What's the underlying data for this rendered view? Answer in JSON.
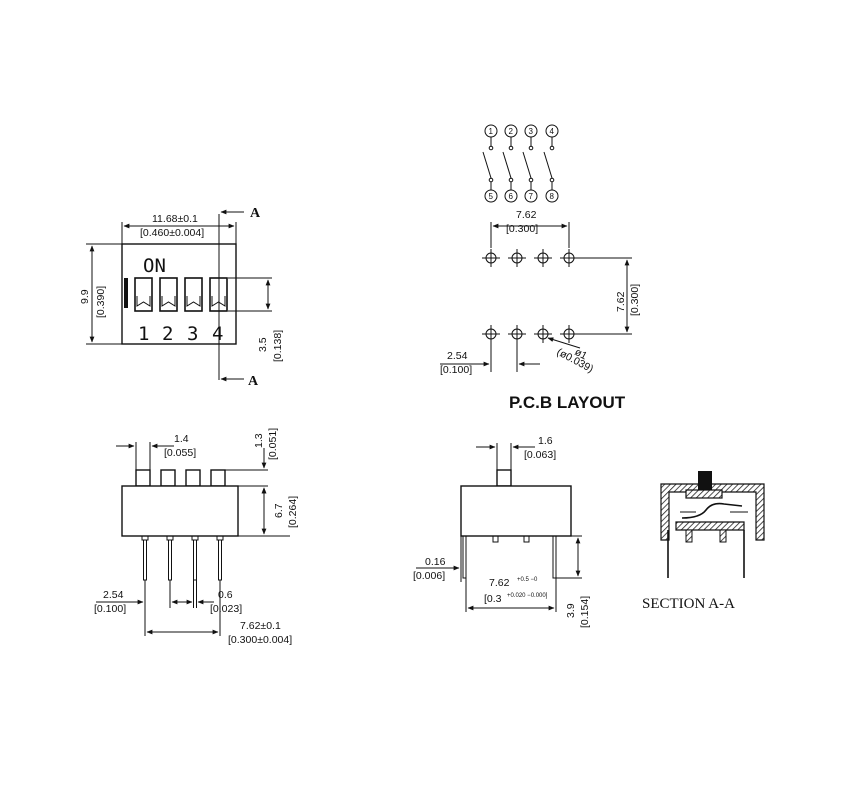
{
  "top_view": {
    "width_mm": "11.68±0.1",
    "width_in": "[0.460±0.004]",
    "height_mm": "9.9",
    "height_in": "[0.390]",
    "lever_mm": "3.5",
    "lever_in": "[0.138]",
    "on_label": "ON",
    "switch_numbers": [
      "1",
      "2",
      "3",
      "4"
    ],
    "section_mark_top": "A",
    "section_mark_bottom": "A"
  },
  "schematic": {
    "top_pins": [
      "1",
      "2",
      "3",
      "4"
    ],
    "bottom_pins": [
      "5",
      "6",
      "7",
      "8"
    ]
  },
  "pcb_layout": {
    "title": "P.C.B LAYOUT",
    "pitch_mm": "7.62",
    "pitch_in": "[0.300]",
    "row_mm": "7.62",
    "row_in": "[0.300]",
    "spacing_mm": "2.54",
    "spacing_in": "[0.100]",
    "hole_mm": "ø1",
    "hole_in": "(ø0.039)"
  },
  "front_view": {
    "actuator_w_mm": "1.4",
    "actuator_w_in": "[0.055]",
    "actuator_h_mm": "1.3",
    "actuator_h_in": "[0.051]",
    "body_h_mm": "6.7",
    "body_h_in": "[0.264]",
    "pitch_mm": "2.54",
    "pitch_in": "[0.100]",
    "pin_mm": "0.6",
    "pin_in": "[0.023]",
    "span_mm": "7.62±0.1",
    "span_in": "[0.300±0.004]"
  },
  "side_view": {
    "actuator_mm": "1.6",
    "actuator_in": "[0.063]",
    "offset_mm": "0.16",
    "offset_in": "[0.006]",
    "span_mm": "7.62",
    "span_tol": "+0.5 −0",
    "span_in": "[0.3",
    "span_in_tol": "+0.020 −0.000]",
    "pin_len_mm": "3.9",
    "pin_len_in": "[0.154]"
  },
  "section": {
    "title": "SECTION  A-A"
  }
}
